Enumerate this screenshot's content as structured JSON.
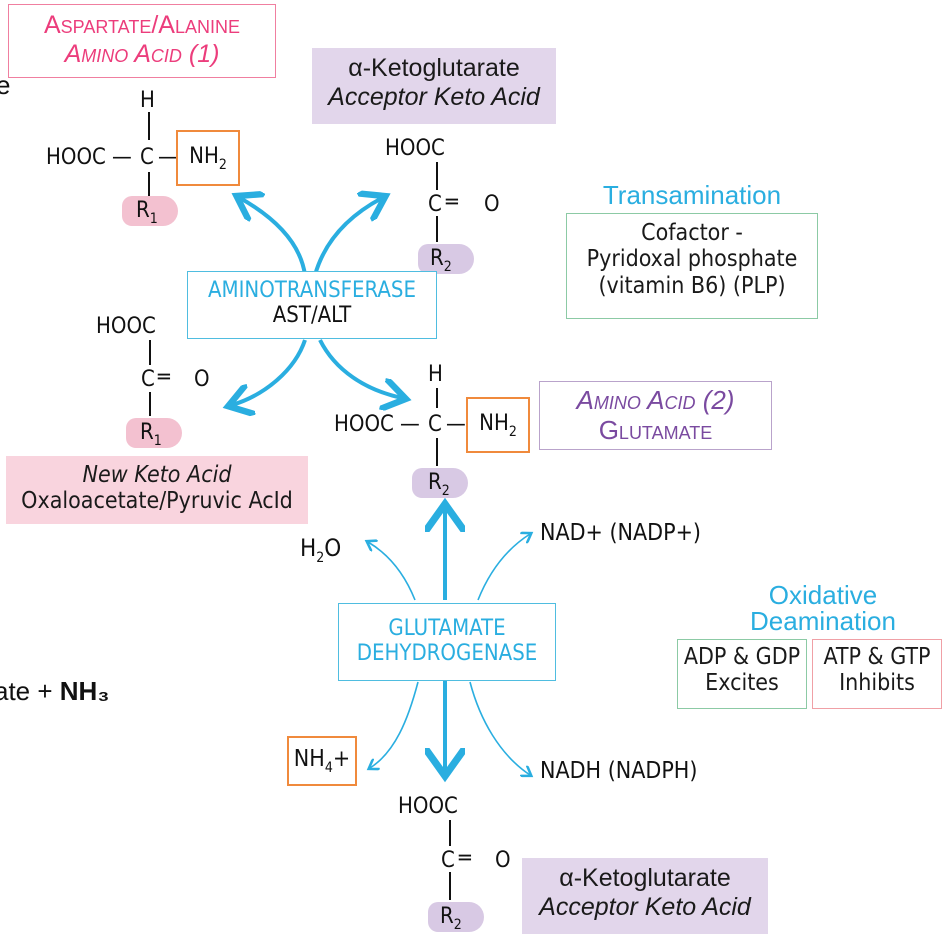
{
  "colors": {
    "blue": "#2aaee0",
    "pink": "#ec3d7c",
    "purple": "#7a4aa0",
    "orange": "#f08a3c",
    "pink_fill": "#f9d4de",
    "purple_fill": "#e2d6eb"
  },
  "left_cut": {
    "top_text": "e",
    "mid_text": "ate + ",
    "mid_bold": "NH₃"
  },
  "amino_acid_1": {
    "line1": "Aspartate/Alanine",
    "line2": "Amino Acid (1)"
  },
  "alpha_kg_top": {
    "line1": "α-Ketoglutarate",
    "line2": "Acceptor Keto Acid"
  },
  "transamination": {
    "title": "Transamination",
    "line1": "Cofactor -",
    "line2": "Pyridoxal phosphate",
    "line3": "(vitamin B6) (PLP)"
  },
  "aminotransferase": {
    "line1": "AMINOTRANSFERASE",
    "line2": "AST/ALT"
  },
  "amino_acid_2": {
    "line1": "Amino Acid (2)",
    "line2": "Glutamate"
  },
  "new_keto_acid": {
    "line1": "New Keto Acid",
    "line2": "Oxaloacetate/Pyruvic AcId"
  },
  "gdh": {
    "line1": "GLUTAMATE",
    "line2": "DEHYDROGENASE"
  },
  "oxidative": {
    "title1": "Oxidative",
    "title2": "Deamination",
    "excite1": "ADP & GDP",
    "excite2": "Excites",
    "inhibit1": "ATP & GTP",
    "inhibit2": "Inhibits"
  },
  "alpha_kg_bottom": {
    "line1": "α-Ketoglutarate",
    "line2": "Acceptor Keto Acid"
  },
  "molecules": {
    "h": "H",
    "hooc": "HOOC",
    "c": "C",
    "o": "O",
    "nh": "NH",
    "two": "2",
    "one": "1",
    "r": "R",
    "dash": "—",
    "dbl": "═"
  },
  "cofactors": {
    "h2o_h": "H",
    "h2o_2": "2",
    "h2o_o": "O",
    "nad": "NAD+ (NADP+)",
    "nadh": "NADH (NADPH)",
    "nh4_nh": "NH",
    "nh4_4": "4",
    "nh4_plus": "+"
  }
}
